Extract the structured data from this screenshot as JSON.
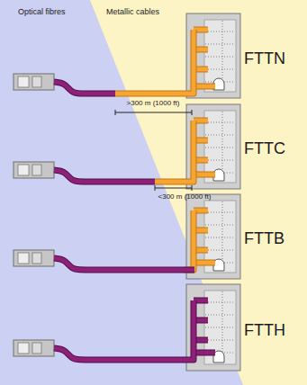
{
  "diagram": {
    "labels": [
      "Optical fibres",
      "Metallic cables",
      ">300 m (1000 ft)",
      "FTTN",
      "<300 m (1000 ft)",
      "FTTC",
      "FTTB",
      "FTTH"
    ]
  }
}
